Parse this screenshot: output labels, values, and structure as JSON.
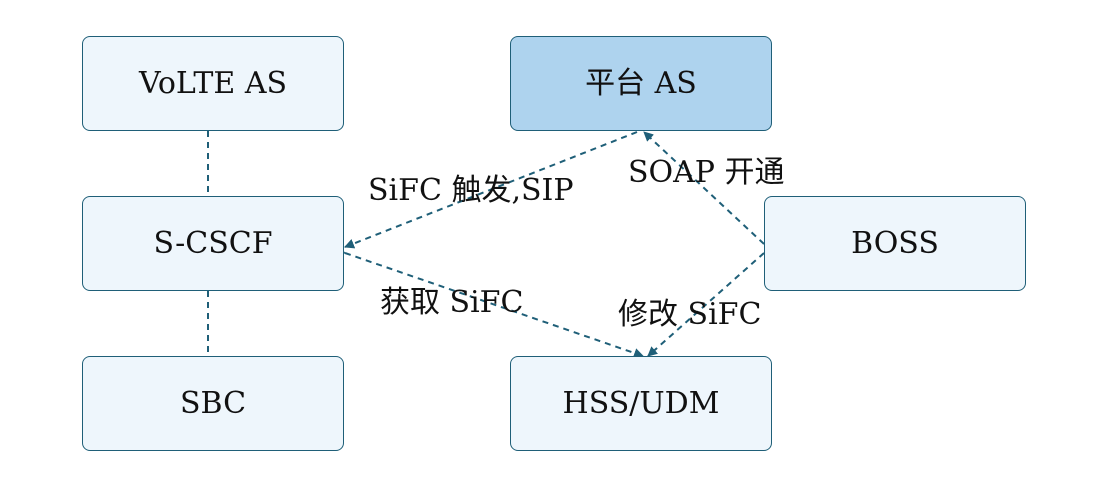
{
  "nodes": {
    "volte_as": "VoLTE AS",
    "platform_as": "平台 AS",
    "s_cscf": "S-CSCF",
    "boss": "BOSS",
    "sbc": "SBC",
    "hss_udm": "HSS/UDM"
  },
  "edges": {
    "sifc_trigger": "SiFC 触发,SIP",
    "soap_provision": "SOAP 开通",
    "get_sifc": "获取 SiFC",
    "modify_sifc": "修改 SiFC"
  },
  "colors": {
    "stroke": "#1f5f78",
    "node_fill": "#eef6fc",
    "highlight_fill": "#aed3ee"
  }
}
